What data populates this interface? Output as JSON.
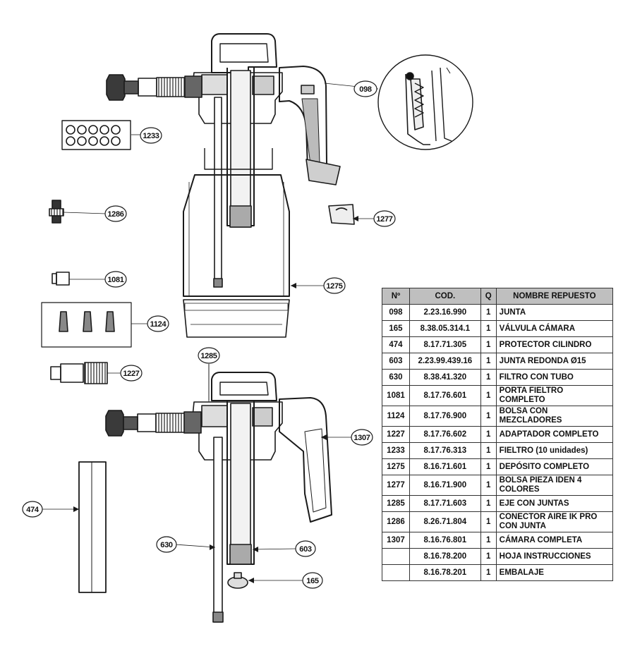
{
  "callouts": {
    "c098": "098",
    "c1233": "1233",
    "c1286": "1286",
    "c1277": "1277",
    "c1081": "1081",
    "c1275": "1275",
    "c1124": "1124",
    "c1285": "1285",
    "c1227": "1227",
    "c1307": "1307",
    "c474": "474",
    "c630": "630",
    "c603": "603",
    "c165": "165"
  },
  "table": {
    "headers": [
      "Nº",
      "COD.",
      "Q",
      "NOMBRE REPUESTO"
    ],
    "rows": [
      {
        "n": "098",
        "cod": "2.23.16.990",
        "q": "1",
        "name": "JUNTA"
      },
      {
        "n": "165",
        "cod": "8.38.05.314.1",
        "q": "1",
        "name": "VÁLVULA CÁMARA"
      },
      {
        "n": "474",
        "cod": "8.17.71.305",
        "q": "1",
        "name": "PROTECTOR CILINDRO"
      },
      {
        "n": "603",
        "cod": "2.23.99.439.16",
        "q": "1",
        "name": "JUNTA REDONDA Ø15"
      },
      {
        "n": "630",
        "cod": "8.38.41.320",
        "q": "1",
        "name": "FILTRO CON TUBO"
      },
      {
        "n": "1081",
        "cod": "8.17.76.601",
        "q": "1",
        "name": "PORTA FIELTRO COMPLETO"
      },
      {
        "n": "1124",
        "cod": "8.17.76.900",
        "q": "1",
        "name": "BOLSA CON MEZCLADORES"
      },
      {
        "n": "1227",
        "cod": "8.17.76.602",
        "q": "1",
        "name": "ADAPTADOR COMPLETO"
      },
      {
        "n": "1233",
        "cod": "8.17.76.313",
        "q": "1",
        "name": "FIELTRO (10 unidades)"
      },
      {
        "n": "1275",
        "cod": "8.16.71.601",
        "q": "1",
        "name": "DEPÓSITO COMPLETO"
      },
      {
        "n": "1277",
        "cod": "8.16.71.900",
        "q": "1",
        "name": "BOLSA PIEZA IDEN 4 COLORES"
      },
      {
        "n": "1285",
        "cod": "8.17.71.603",
        "q": "1",
        "name": "EJE CON JUNTAS"
      },
      {
        "n": "1286",
        "cod": "8.26.71.804",
        "q": "1",
        "name": "CONECTOR AIRE IK PRO CON JUNTA"
      },
      {
        "n": "1307",
        "cod": "8.16.76.801",
        "q": "1",
        "name": "CÁMARA COMPLETA"
      },
      {
        "n": "",
        "cod": "8.16.78.200",
        "q": "1",
        "name": "HOJA INSTRUCCIONES"
      },
      {
        "n": "",
        "cod": "8.16.78.201",
        "q": "1",
        "name": "EMBALAJE"
      }
    ]
  }
}
